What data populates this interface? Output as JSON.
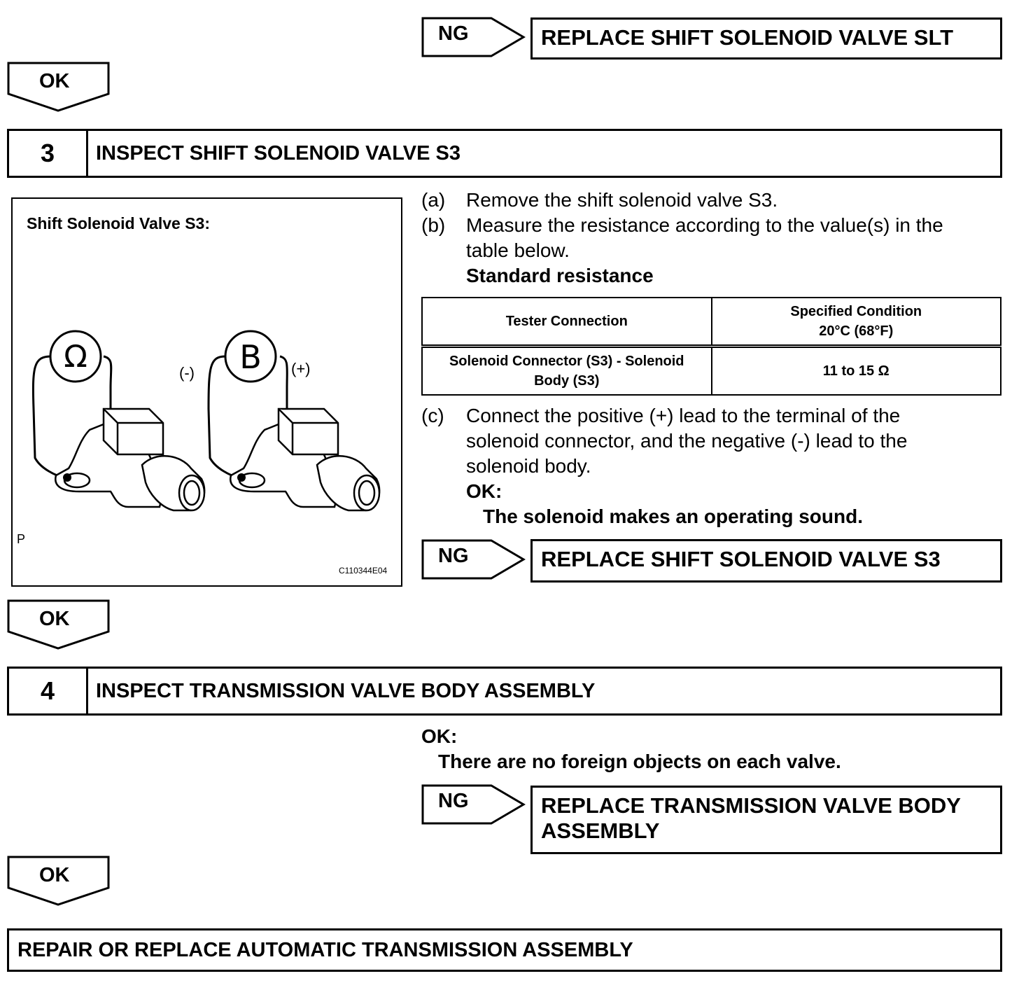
{
  "top": {
    "ng_label": "NG",
    "result": "REPLACE SHIFT SOLENOID VALVE SLT",
    "ok_label": "OK"
  },
  "step3": {
    "number": "3",
    "title": "INSPECT SHIFT SOLENOID VALVE S3",
    "figure": {
      "caption": "Shift Solenoid Valve S3:",
      "ohm_symbol": "Ω",
      "battery_symbol": "B",
      "neg_label": "(-)",
      "pos_label": "(+)",
      "corner_label": "P",
      "figure_id": "C110344E04"
    },
    "steps": {
      "a_label": "(a)",
      "a_text": "Remove the shift solenoid valve S3.",
      "b_label": "(b)",
      "b_line1": "Measure the resistance according to the value(s) in the",
      "b_line2": "table below.",
      "b_heading": "Standard resistance",
      "c_label": "(c)",
      "c_line1": "Connect the positive (+) lead to the terminal of the",
      "c_line2": "solenoid connector, and the negative (-) lead to the",
      "c_line3": "solenoid body.",
      "c_ok_label": "OK:",
      "c_ok_text": "The solenoid makes an operating sound."
    },
    "table": {
      "col1_header": "Tester Connection",
      "col2_header_line1": "Specified Condition",
      "col2_header_line2": "20°C (68°F)",
      "row1_col1_line1": "Solenoid Connector (S3) - Solenoid",
      "row1_col1_line2": "Body (S3)",
      "row1_col2": "11 to 15 Ω"
    },
    "ng_label": "NG",
    "result": "REPLACE SHIFT SOLENOID VALVE S3",
    "ok_label": "OK"
  },
  "step4": {
    "number": "4",
    "title": "INSPECT TRANSMISSION VALVE BODY ASSEMBLY",
    "ok_label_head": "OK:",
    "ok_text": "There are no foreign objects on each valve.",
    "ng_label": "NG",
    "result_line1": "REPLACE TRANSMISSION VALVE BODY",
    "result_line2": "ASSEMBLY",
    "ok_label": "OK"
  },
  "final": {
    "text": "REPAIR OR REPLACE AUTOMATIC TRANSMISSION ASSEMBLY"
  }
}
